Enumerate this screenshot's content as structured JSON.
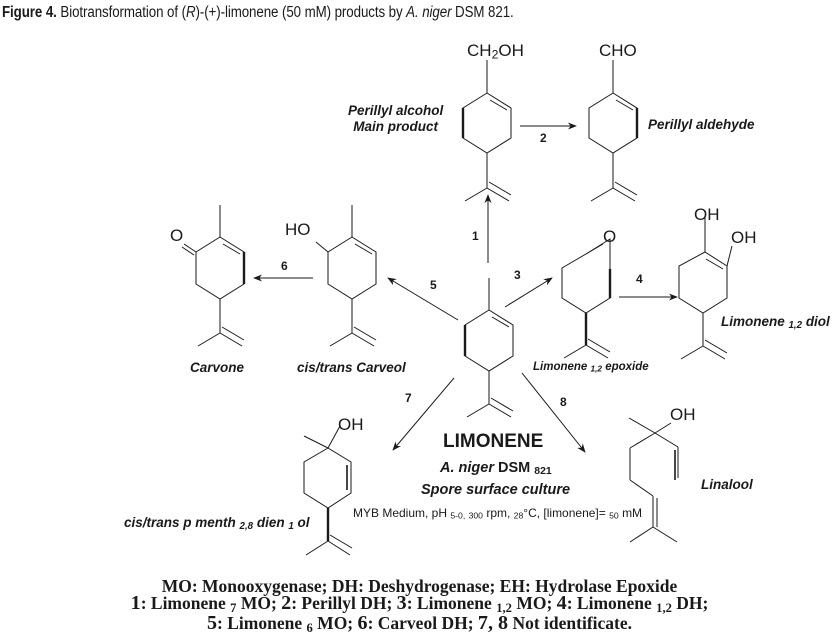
{
  "caption": {
    "label": "Figure 4.",
    "text_before": " Biotransformation of (",
    "stereo": "R",
    "text_mid": ")-(+)-limonene (50 mM) products by ",
    "organism": "A. niger",
    "text_after": " DSM 821."
  },
  "compounds": {
    "perillyl_alcohol": {
      "name_line1": "Perillyl alcohol",
      "name_line2": "Main product",
      "group": "CH",
      "group_sub": "2",
      "group_tail": "OH"
    },
    "perillyl_aldehyde": {
      "name": "Perillyl aldehyde",
      "group": "CHO"
    },
    "carvone": {
      "name": "Carvone",
      "group": "O"
    },
    "carveol": {
      "name": "cis/trans Carveol",
      "group": "HO"
    },
    "epoxide": {
      "name": "Limonene",
      "name_sub": "1,2",
      "name_tail": "epoxide",
      "group": "O"
    },
    "diol": {
      "name": "Limonene",
      "name_sub": "1,2",
      "name_tail": "diol",
      "group1": "OH",
      "group2": "OH"
    },
    "menthadienol": {
      "name_a": "cis/trans p  menth",
      "sub_a": "2,8",
      "name_b": "dien",
      "sub_b": "1",
      "name_c": "ol",
      "group": "OH"
    },
    "linalool": {
      "name": "Linalool",
      "group": "OH"
    }
  },
  "steps": [
    "1",
    "2",
    "3",
    "4",
    "5",
    "6",
    "7",
    "8"
  ],
  "center": {
    "title": "LIMONENE",
    "organism": "A. niger",
    "strain": "DSM",
    "strain_sub": "821",
    "culture": "Spore surface culture",
    "conditions": {
      "medium": "MYB Medium, pH",
      "ph": "5-0,",
      "rpm": "300",
      "rpm_unit": "rpm,",
      "temp": "28",
      "temp_unit": "°C, [limonene]=",
      "conc": "50",
      "conc_unit": "mM"
    }
  },
  "legend": {
    "line1": "MO: Monooxygenase; DH: Deshydrogenase; EH: Hydrolase Epoxide",
    "line2": [
      {
        "n": "1",
        "t": ": Limonene ",
        "s": "7",
        "r": " MO; "
      },
      {
        "n": "2",
        "t": ": Perillyl DH; ",
        "s": "",
        "r": ""
      },
      {
        "n": "3",
        "t": ": Limonene ",
        "s": "1,2",
        "r": " MO; "
      },
      {
        "n": "4",
        "t": ": Limonene ",
        "s": "1,2",
        "r": " DH;"
      }
    ],
    "line3": [
      {
        "n": "5",
        "t": ": Limonene ",
        "s": "6",
        "r": " MO; "
      },
      {
        "n": "6",
        "t": ": Carveol DH; ",
        "s": "",
        "r": ""
      },
      {
        "n": "7, 8",
        "t": " Not identificate.",
        "s": "",
        "r": ""
      }
    ]
  }
}
